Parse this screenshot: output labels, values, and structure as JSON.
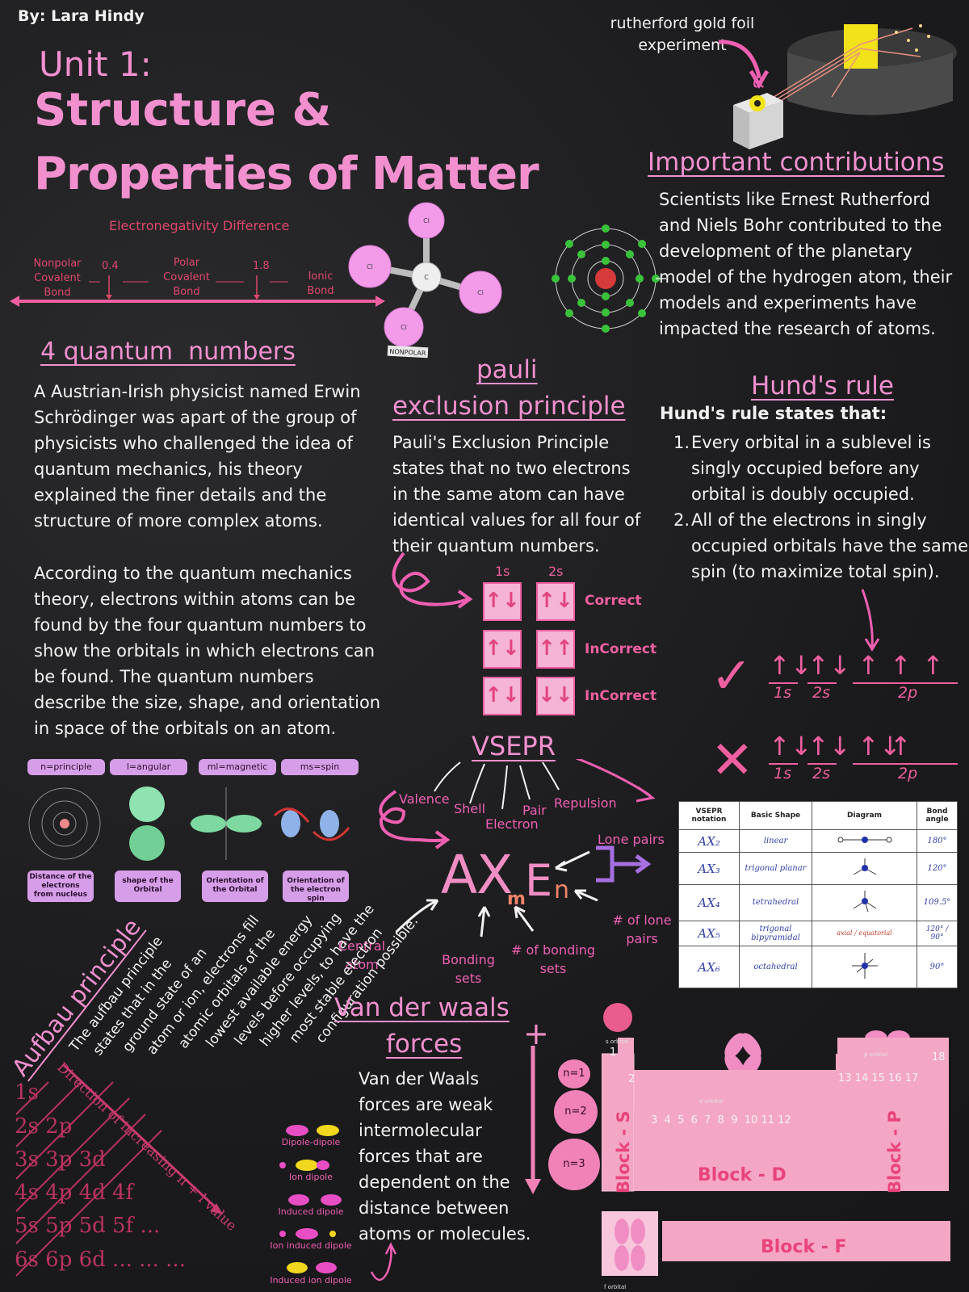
{
  "author": "By: Lara Hindy",
  "title": {
    "unit": "Unit 1:",
    "line1": "Structure &",
    "line2": "Properties of Matter"
  },
  "rutherford": {
    "caption_line1": "rutherford gold foil",
    "caption_line2": "experiment",
    "alpha": "α"
  },
  "electronegativity": {
    "title": "Electronegativity Difference",
    "nonpolar": [
      "Nonpolar",
      "Covalent",
      "Bond"
    ],
    "polar": [
      "Polar",
      "Covalent",
      "Bond"
    ],
    "ionic": [
      "Ionic",
      "Bond"
    ],
    "threshold1": "0.4",
    "threshold2": "1.8"
  },
  "molecule": {
    "atom": "Cl",
    "center": "C",
    "label": "NONPOLAR"
  },
  "contributions": {
    "heading": "Important contributions",
    "lines": [
      "Scientists like Ernest Rutherford",
      "and Niels Bohr contributed to the",
      "development of the planetary",
      "model of the hydrogen atom, their",
      "models and experiments have",
      "impacted the research of atoms."
    ]
  },
  "quantum": {
    "heading": "4 quantum  numbers",
    "para1": [
      "A Austrian-Irish physicist named Erwin",
      "Schrödinger was apart of the group of",
      "physicists who challenged the idea of",
      "quantum mechanics, his theory",
      "explained the finer details and the",
      "structure of more complex atoms."
    ],
    "para2": [
      "According to the quantum mechanics",
      "theory, electrons within atoms can be",
      "found by the four quantum numbers to",
      "show the orbitals in which electrons can",
      "be found. The quantum numbers",
      "describe the size, shape, and orientation",
      "in space of the orbitals on an atom."
    ],
    "pills": [
      "n=principle",
      "l=angular",
      "ml=magnetic",
      "ms=spin"
    ],
    "captions": [
      [
        "Distance of the",
        "electrons",
        "from nucleus"
      ],
      [
        "shape of the",
        "Orbital"
      ],
      [
        "Orientation of",
        "the Orbital"
      ],
      [
        "Orientation of",
        "the electron spin"
      ]
    ]
  },
  "pauli": {
    "heading1": "pauli",
    "heading2": "exclusion principle",
    "lines": [
      "Pauli's Exclusion Principle",
      "states that no two electrons",
      "in the same atom can have",
      "identical values for all four of",
      "their quantum numbers."
    ],
    "col1": "1s",
    "col2": "2s",
    "rows": [
      {
        "box1": "↑↓",
        "box2": "↑↓",
        "status": "Correct"
      },
      {
        "box1": "↑↓",
        "box2": "↑↑",
        "status": "InCorrect"
      },
      {
        "box1": "↑↓",
        "box2": "↓↓",
        "status": "InCorrect"
      }
    ]
  },
  "hund": {
    "heading": "Hund's rule",
    "intro": "Hund's rule states that:",
    "items": [
      {
        "num": "1.",
        "lines": [
          "Every orbital in a sublevel is",
          "singly occupied before any",
          "orbital is doubly occupied."
        ]
      },
      {
        "num": "2.",
        "lines": [
          "All of the electrons in singly",
          "occupied orbitals have the same",
          "spin (to maximize total spin)."
        ]
      }
    ],
    "correct_mark": "✓",
    "wrong_mark": "✕",
    "labels": [
      "1s",
      "2s",
      "2p"
    ],
    "correct_arrows": [
      "↑↓",
      "↑↓",
      "↑",
      "↑",
      "↑"
    ],
    "wrong_arrows": [
      "↑↓",
      "↑↓",
      "↑↓",
      "↑",
      ""
    ]
  },
  "vsepr": {
    "heading": "VSEPR",
    "words": [
      "Valence",
      "Shell",
      "Pair",
      "Repulsion",
      "Electron"
    ],
    "formula": {
      "a": "A",
      "x": "X",
      "e": "E",
      "m": "m",
      "n": "n"
    },
    "labels": {
      "lone_pairs": "Lone pairs",
      "num_lone_1": "# of lone",
      "num_lone_2": "pairs",
      "central_1": "Central",
      "central_2": "atom",
      "bonding_1": "Bonding",
      "bonding_2": "sets",
      "num_bonding_1": "# of bonding",
      "num_bonding_2": "sets"
    },
    "table": {
      "headers": [
        "VSEPR notation",
        "Basic Shape",
        "Diagram",
        "Bond angle"
      ],
      "rows": [
        {
          "notation": "AX₂",
          "shape": "linear",
          "angle": "180°"
        },
        {
          "notation": "AX₃",
          "shape": "trigonal planar",
          "angle": "120°"
        },
        {
          "notation": "AX₄",
          "shape": "tetrahedral",
          "angle": "109.5°"
        },
        {
          "notation": "AX₅",
          "shape": "trigonal bipyramidal",
          "angle": "120° / 90°",
          "extra": "axial / equatorial"
        },
        {
          "notation": "AX₆",
          "shape": "octahedral",
          "angle": "90°"
        }
      ]
    }
  },
  "aufbau": {
    "heading": "Aufbau principle",
    "lines": [
      "The aufbau principle",
      "states that in the",
      "ground state of an",
      "atom or ion, electrons fill",
      "atomic orbitals of the",
      "lowest available energy",
      "levels before occupying",
      "higher levels, to have the",
      "most stable electron",
      "configuration  possible."
    ],
    "direction": "Direction of increasing n + l value",
    "rows": [
      "1s",
      "2s 2p",
      "3s 3p 3d",
      "4s 4p 4d 4f",
      "5s 5p 5d 5f ...",
      "6s 6p 6d ... ... ..."
    ]
  },
  "vdw": {
    "heading1": "Van der waals",
    "heading2": "forces",
    "lines": [
      "Van der Waals",
      "forces are weak",
      "intermolecular",
      "forces that are",
      "dependent on the",
      "distance between",
      "atoms or molecules."
    ],
    "dipoles": [
      "Dipole-dipole",
      "Ion dipole",
      "Induced dipole",
      "Ion induced dipole",
      "Induced ion dipole"
    ],
    "levels": [
      "n=1",
      "n=2",
      "n=3"
    ]
  },
  "periodic": {
    "s_orbital": "s orbital",
    "p_orbital": "p orbital",
    "d_orbital": "d orbital",
    "f_orbital": "f orbital",
    "group1": "1",
    "group2": "2",
    "group18": "18",
    "d_groups": "3  4  5  6  7  8  9  10 11 12",
    "p_groups": "13 14 15 16 17",
    "block_s": "Block - S",
    "block_p": "Block - P",
    "block_d": "Block - D",
    "block_f": "Block - F"
  },
  "plus": "+"
}
